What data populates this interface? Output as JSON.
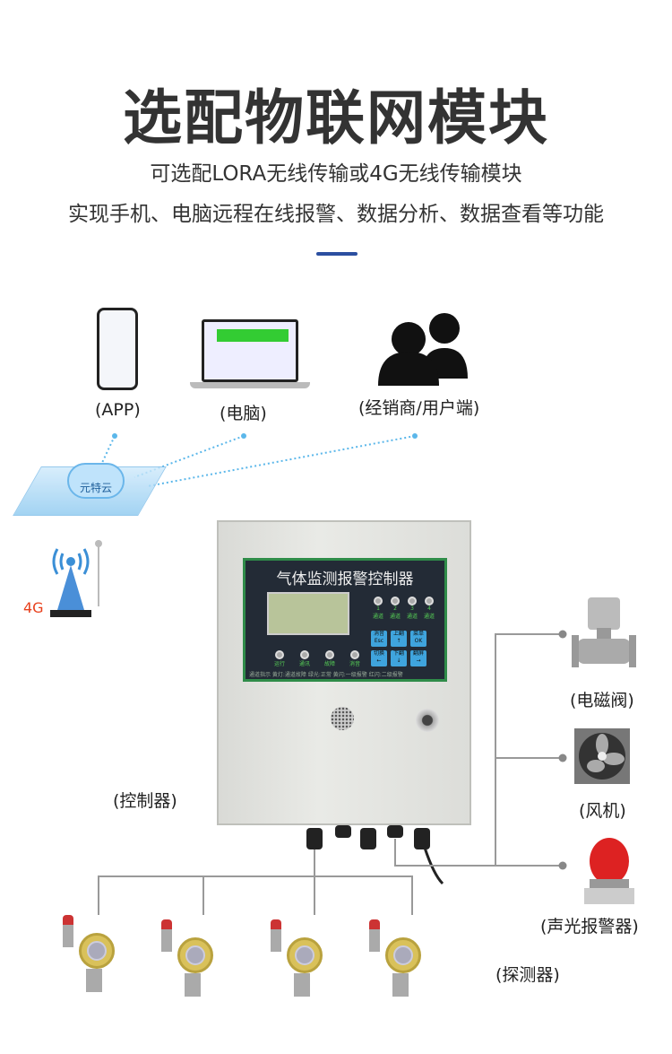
{
  "header": {
    "title": "选配物联网模块",
    "subtitle1": "可选配LORA无线传输或4G无线传输模块",
    "subtitle2": "实现手机、电脑远程在线报警、数据分析、数据查看等功能"
  },
  "top_devices": [
    {
      "label": "(APP)"
    },
    {
      "label": "(电脑)"
    },
    {
      "label": "(经销商/用户端)"
    }
  ],
  "cloud": {
    "label": "元特云"
  },
  "network": {
    "label": "4G"
  },
  "controller": {
    "label": "(控制器)",
    "panel_title": "气体监测报警控制器",
    "channels": [
      {
        "num": "1",
        "text": "通道"
      },
      {
        "num": "2",
        "text": "通道"
      },
      {
        "num": "3",
        "text": "通道"
      },
      {
        "num": "4",
        "text": "通道"
      }
    ],
    "keys": [
      {
        "top": "消音",
        "bottom": "Esc"
      },
      {
        "top": "上翻",
        "bottom": "↑"
      },
      {
        "top": "菜单",
        "bottom": "OK"
      },
      {
        "top": "切换",
        "bottom": "←"
      },
      {
        "top": "下翻",
        "bottom": "↓"
      },
      {
        "top": "翻屏",
        "bottom": "→"
      }
    ],
    "status_leds": [
      "运行",
      "通讯",
      "故障",
      "消音"
    ],
    "legend": "通道指示  黄灯:通道故障  绿光:正常  黄闪:一级报警  红闪:二级报警"
  },
  "outputs": [
    {
      "label": "(电磁阀)"
    },
    {
      "label": "(风机)"
    },
    {
      "label": "(声光报警器)"
    }
  ],
  "detectors": {
    "label": "(探测器)",
    "count": 4
  },
  "colors": {
    "accent": "#2b4fa0",
    "panel_border": "#2f8c49",
    "key": "#3fa4dd",
    "4g": "#e8401c"
  }
}
